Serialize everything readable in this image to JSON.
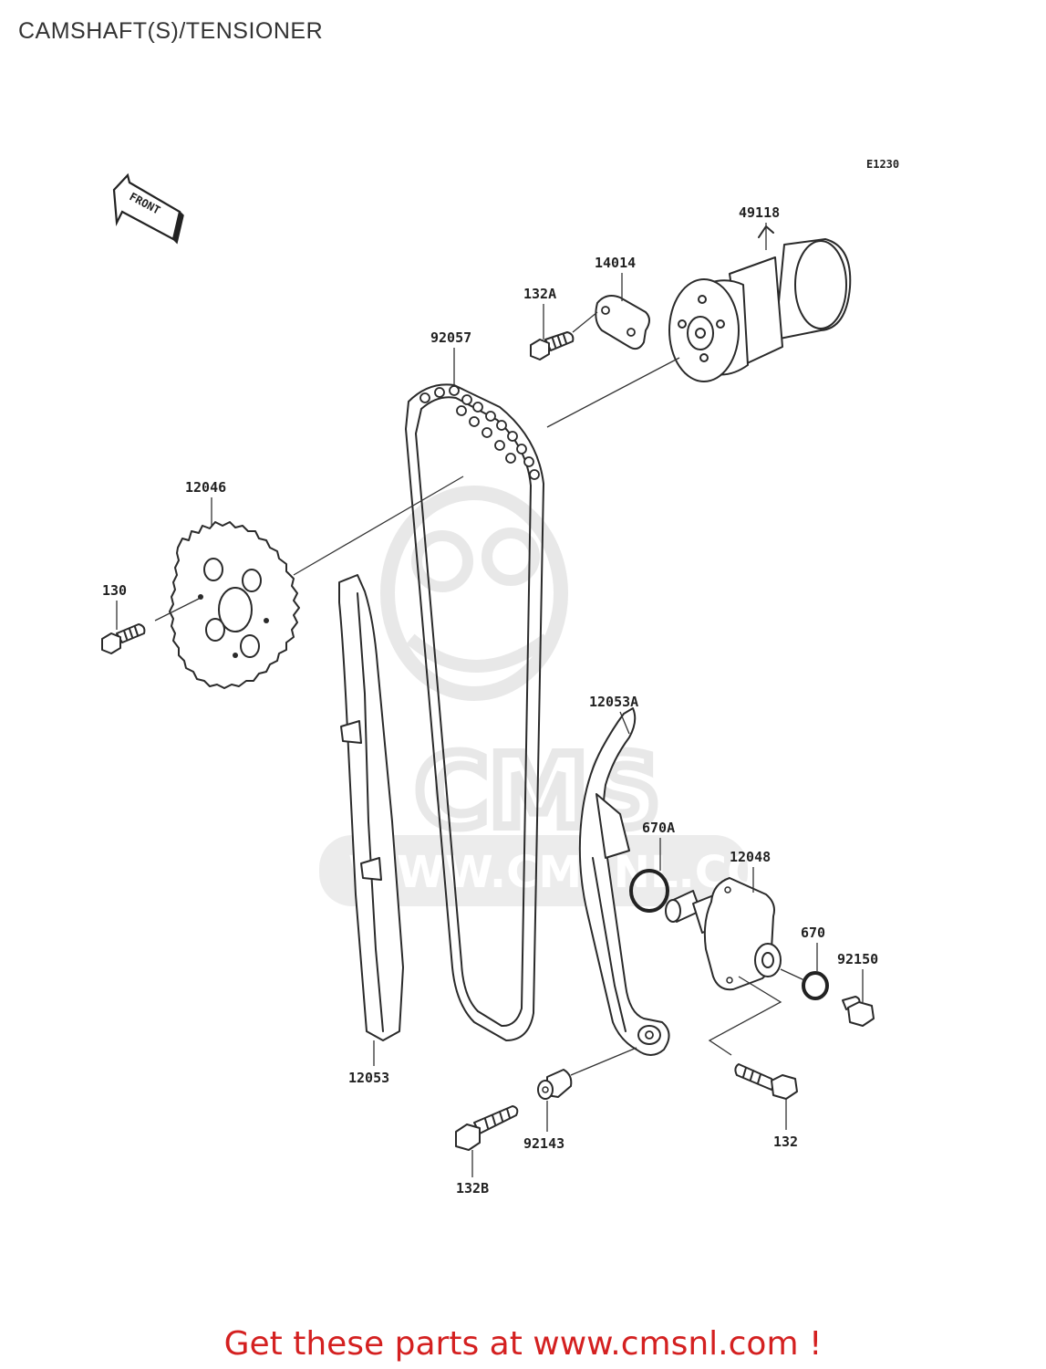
{
  "title": "CAMSHAFT(S)/TENSIONER",
  "diagram_code": "E1230",
  "front_label": "FRONT",
  "watermark": {
    "text": "WWW.CMSNL.COM",
    "logo": "CMS"
  },
  "parts": {
    "p49118": "49118",
    "p14014": "14014",
    "p132A": "132A",
    "p92057": "92057",
    "p12046": "12046",
    "p130": "130",
    "p12053A": "12053A",
    "p670A": "670A",
    "p12048": "12048",
    "p670": "670",
    "p92150": "92150",
    "p12053": "12053",
    "p92143": "92143",
    "p132": "132",
    "p132B": "132B"
  },
  "footer": "Get these parts at www.cmsnl.com !"
}
